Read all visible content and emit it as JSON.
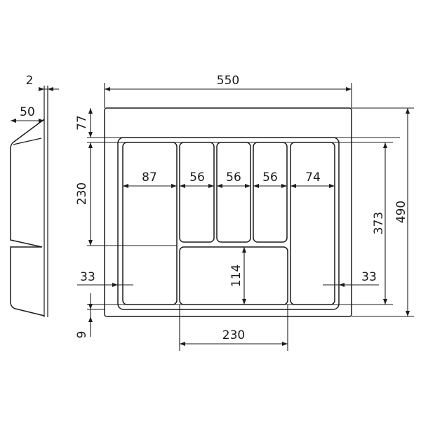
{
  "dimensions": {
    "wall_thickness": "2",
    "side_depth": "50",
    "total_width": "550",
    "top_margin": "77",
    "total_height": "490",
    "upper_height": "230",
    "inner_height": "373",
    "lower_height": "114",
    "compartment_1": "87",
    "compartment_2": "56",
    "compartment_3": "56",
    "compartment_4": "56",
    "compartment_5": "74",
    "left_offset": "33",
    "right_offset": "33",
    "bottom_gap": "9",
    "lower_width": "230"
  }
}
